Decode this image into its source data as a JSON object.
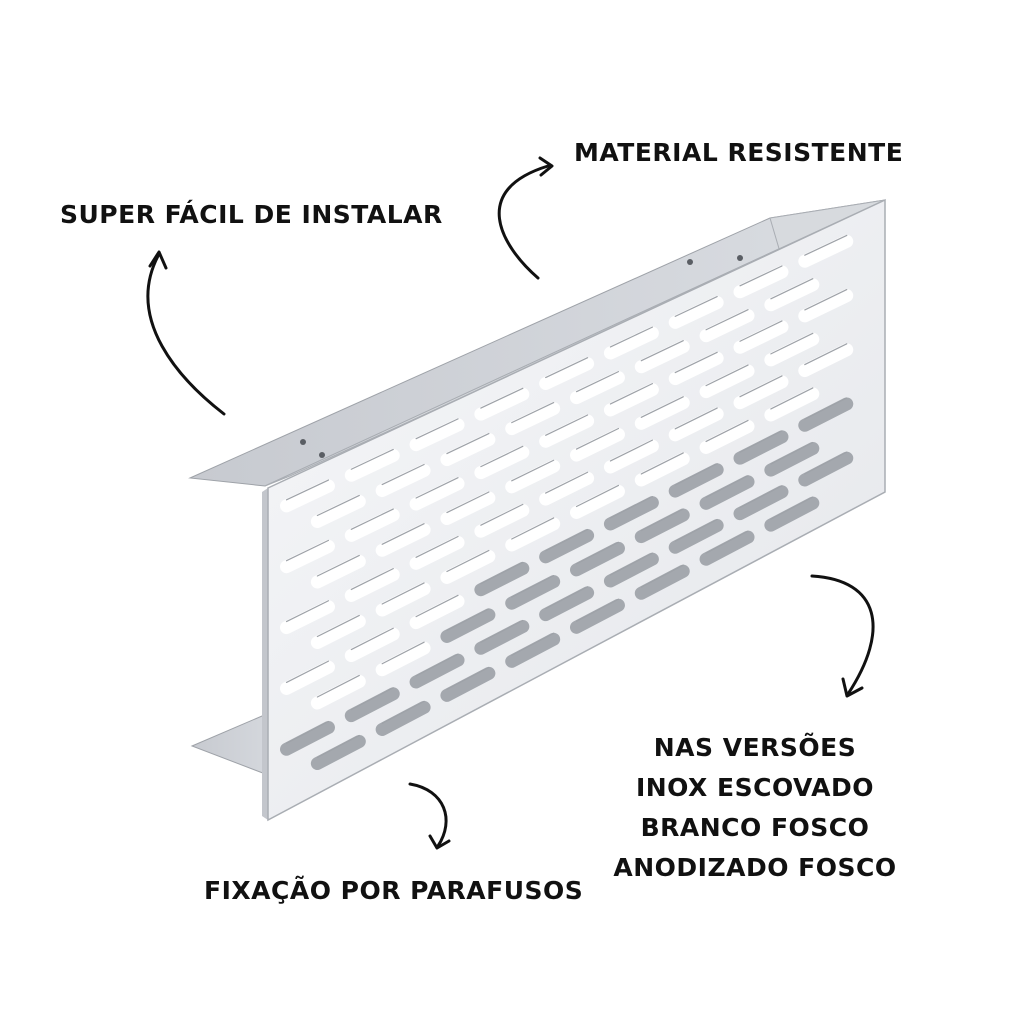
{
  "labels": {
    "material": "MATERIAL RESISTENTE",
    "install": "SUPER FÁCIL DE INSTALAR",
    "fixation": "FIXAÇÃO POR PARAFUSOS"
  },
  "versions": [
    "NAS VERSÕES",
    "INOX ESCOVADO",
    "BRANCO FOSCO",
    "ANODIZADO FOSCO"
  ],
  "colors": {
    "text": "#111111",
    "panel_face": "#f2f3f5",
    "panel_edge": "#c9ccd2",
    "flange": "#b8bcc3",
    "slot": "#ffffff",
    "slot_shadow": "#a4a8ae"
  }
}
